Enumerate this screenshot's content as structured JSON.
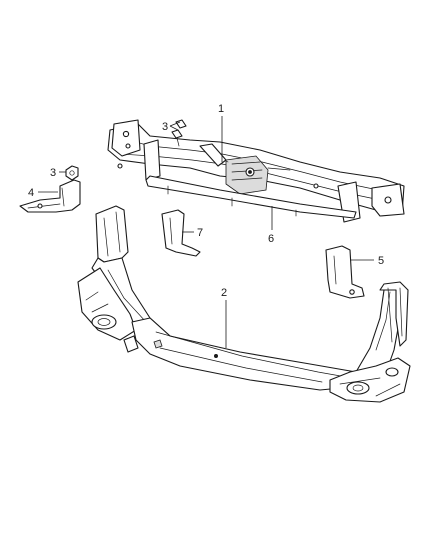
{
  "callouts": {
    "c1": "1",
    "c2": "2",
    "c3a": "3",
    "c3b": "3",
    "c4": "4",
    "c5": "5",
    "c6": "6",
    "c7": "7"
  }
}
